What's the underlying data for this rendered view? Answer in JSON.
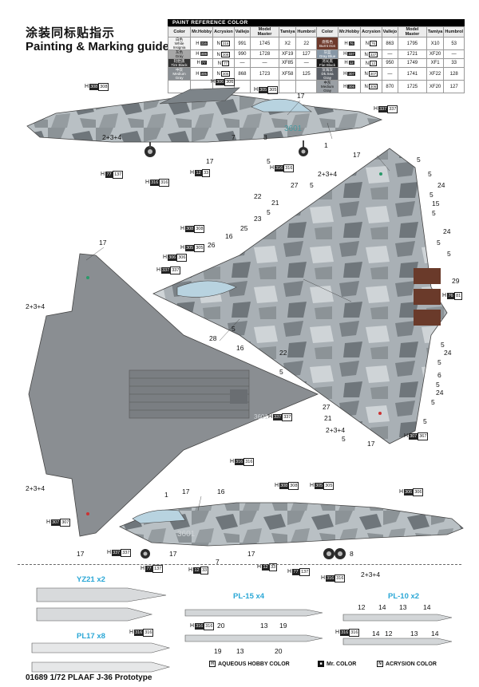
{
  "header": {
    "title_cn": "涂装同标贴指示",
    "title_en": "Painting & Marking guide"
  },
  "paint_table": {
    "caption": "PAINT REFERENCE COLOR",
    "columns": [
      "Color",
      "Mr.Hobby",
      "Acrysion",
      "Vallejo",
      "Model Master",
      "Tamiya",
      "Humbrol"
    ],
    "left_rows": [
      {
        "swatch_cn": "白色",
        "swatch_en": "White Insignia",
        "swatch_color": "#f2f2f2",
        "mrhobby": "H316",
        "acrysion": "N316",
        "vallejo": "991",
        "model_master": "1745",
        "tamiya": "X2",
        "humbrol": "22"
      },
      {
        "swatch_cn": "灰色",
        "swatch_en": "Gray",
        "swatch_color": "#a7a7a7",
        "mrhobby": "H308",
        "acrysion": "N308",
        "vallejo": "990",
        "model_master": "1728",
        "tamiya": "XF19",
        "humbrol": "127"
      },
      {
        "swatch_cn": "轮胎黑",
        "swatch_en": "Tire Black",
        "swatch_color": "#333333",
        "mrhobby": "H77",
        "acrysion": "N77",
        "vallejo": "—",
        "model_master": "—",
        "tamiya": "XF85",
        "humbrol": "—"
      },
      {
        "swatch_cn": "中灰",
        "swatch_en": "Medium Gray",
        "swatch_color": "#8a8f93",
        "mrhobby": "H305",
        "acrysion": "N305",
        "vallejo": "868",
        "model_master": "1723",
        "tamiya": "XF58",
        "humbrol": "125"
      }
    ],
    "right_rows": [
      {
        "swatch_cn": "烧铁色",
        "swatch_en": "Burnt Iron",
        "swatch_color": "#6e3a2c",
        "mrhobby": "H76",
        "acrysion": "N76",
        "vallejo": "863",
        "model_master": "1795",
        "tamiya": "X10",
        "humbrol": "53"
      },
      {
        "swatch_cn": "灰蓝",
        "swatch_en": "Gray Blue",
        "swatch_color": "#8797a6",
        "mrhobby": "H337",
        "acrysion": "N337",
        "vallejo": "—",
        "model_master": "1721",
        "tamiya": "XF20",
        "humbrol": "—"
      },
      {
        "swatch_cn": "消光黑",
        "swatch_en": "Flat Black",
        "swatch_color": "#1a1a1a",
        "mrhobby": "H12",
        "acrysion": "N12",
        "vallejo": "950",
        "model_master": "1749",
        "tamiya": "XF1",
        "humbrol": "33"
      },
      {
        "swatch_cn": "深海灰",
        "swatch_en": "Dk.Sea Gray",
        "swatch_color": "#5b6067",
        "mrhobby": "H307",
        "acrysion": "N307",
        "vallejo": "—",
        "model_master": "1741",
        "tamiya": "XF22",
        "humbrol": "128"
      },
      {
        "swatch_cn": "中灰",
        "swatch_en": "Medium Gray",
        "swatch_color": "#9a9fa4",
        "mrhobby": "H306",
        "acrysion": "N306",
        "vallejo": "870",
        "model_master": "1725",
        "tamiya": "XF20",
        "humbrol": "127"
      }
    ]
  },
  "colors": {
    "camo_light": "#b9c0c4",
    "camo_mid": "#8c9397",
    "camo_dark": "#6f767b",
    "underside": "#8a8e92",
    "canopy": "#b8d3e0",
    "nozzle": "#6a3a2a",
    "accent_text": "#2aa7d6"
  },
  "callouts": {
    "n1": "1",
    "n2plus3plus4": "2+3+4",
    "n5": "5",
    "n6": "6",
    "n7": "7",
    "n8": "8",
    "n12": "12",
    "n13": "13",
    "n14": "14",
    "n15": "15",
    "n16": "16",
    "n17": "17",
    "n19": "19",
    "n20": "20",
    "n21": "21",
    "n22": "22",
    "n23": "23",
    "n24": "24",
    "n25": "25",
    "n26": "26",
    "n27": "27",
    "n28": "28",
    "n29": "29"
  },
  "paint_tags": {
    "p": "H",
    "c308": "308",
    "c306": "306",
    "c305": "305",
    "c337": "337",
    "c316": "316",
    "c12": "12",
    "c33": "33",
    "c77": "77",
    "c137": "137",
    "c307": "307",
    "c367": "367",
    "c81": "81",
    "c76": "76"
  },
  "aircraft_marking": "3601",
  "weapons": {
    "yz21": "YZ21 x2",
    "pl17": "PL17 x8",
    "pl15": "PL-15 x4",
    "pl10": "PL-10 x2"
  },
  "legend": {
    "aqueous_icon": "H",
    "aqueous": "AQUEOUS HOBBY COLOR",
    "mr_icon": "■",
    "mr": "Mr. COLOR",
    "acrysion_icon": "N",
    "acrysion": "ACRYSION COLOR"
  },
  "footer": "01689 1/72 PLAAF J-36 Prototype"
}
